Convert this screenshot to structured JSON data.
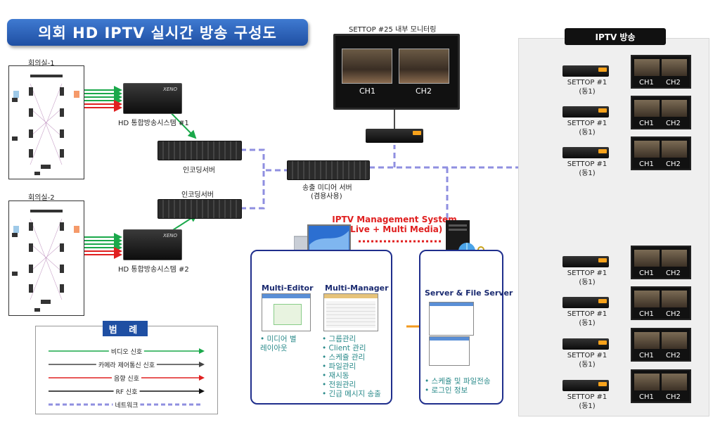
{
  "title": "의회 HD IPTV 실시간 방송 구성도",
  "rooms": [
    {
      "label": "회의실-1"
    },
    {
      "label": "회의실-2"
    }
  ],
  "systems": {
    "hd1": "HD 통합방송시스템 #1",
    "hd2": "HD 통합방송시스템 #2",
    "encoder1": "인코딩서버",
    "encoder2": "인코딩서버",
    "media_server_line1": "송출 미디어 서버",
    "media_server_line2": "(겸용사용)",
    "hw_brand": "XENO"
  },
  "monitor": {
    "title": "SETTOP #25 내부 모니터링",
    "ch1": "CH1",
    "ch2": "CH2"
  },
  "iptv": {
    "title": "IPTV 방송",
    "settops": [
      {
        "line1": "SETTOP #1",
        "line2": "(동1)",
        "ch1": "CH1",
        "ch2": "CH2"
      },
      {
        "line1": "SETTOP #1",
        "line2": "(동1)",
        "ch1": "CH1",
        "ch2": "CH2"
      },
      {
        "line1": "SETTOP #1",
        "line2": "(동1)",
        "ch1": "CH1",
        "ch2": "CH2"
      },
      {
        "line1": "SETTOP #1",
        "line2": "(동1)",
        "ch1": "CH1",
        "ch2": "CH2"
      },
      {
        "line1": "SETTOP #1",
        "line2": "(동1)",
        "ch1": "CH1",
        "ch2": "CH2"
      },
      {
        "line1": "SETTOP #1",
        "line2": "(동1)",
        "ch1": "CH1",
        "ch2": "CH2"
      },
      {
        "line1": "SETTOP #1",
        "line2": "(동1)",
        "ch1": "CH1",
        "ch2": "CH2"
      }
    ]
  },
  "management": {
    "title_line1": "IPTV Management System",
    "title_line2": "(Live + Multi Media)",
    "editor_title": "Multi-Editor",
    "editor_items": [
      "• 미디어 별",
      "  레이아웃"
    ],
    "manager_title": "Multi-Manager",
    "manager_items": [
      "• 그룹관리",
      "• Client 관리",
      "• 스케쥴 관리",
      "• 파일관리",
      "• 재시동",
      "• 전원관리",
      "• 긴급 메시지 송출"
    ],
    "server_title": "Server & File Server",
    "server_items": [
      "• 스케쥴 및 파일전송",
      "• 로그인 정보"
    ]
  },
  "legend": {
    "title": "범 례",
    "items": [
      {
        "label": "비디오 신호",
        "color": "#1aa84a",
        "style": "solid"
      },
      {
        "label": "카메라 제어통신 신호",
        "color": "#444444",
        "style": "solid"
      },
      {
        "label": "음향 신호",
        "color": "#e02020",
        "style": "solid"
      },
      {
        "label": "RF 신호",
        "color": "#111111",
        "style": "solid"
      },
      {
        "label": "네트워크",
        "color": "#8f8fe0",
        "style": "dashed"
      }
    ]
  },
  "colors": {
    "video": "#1aa84a",
    "audio": "#e02020",
    "network": "#8f8fe0",
    "banner": "#1f4fa3"
  },
  "icons": [
    "ie-icon",
    "server-globe-icon",
    "desktop-computer-icon",
    "lock-icon"
  ]
}
